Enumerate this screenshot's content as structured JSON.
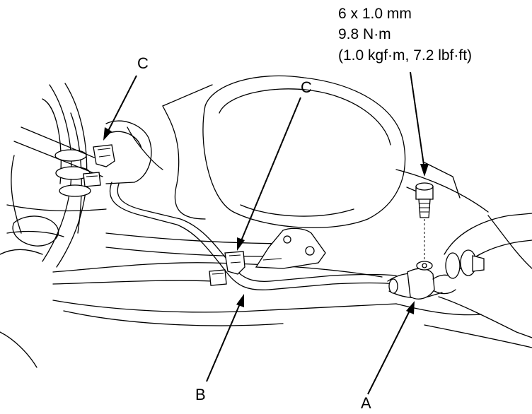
{
  "spec": {
    "line1": "6 x 1.0 mm",
    "line2": "9.8 N·m",
    "line3": "(1.0 kgf·m, 7.2 lbf·ft)"
  },
  "labels": {
    "a": "A",
    "b": "B",
    "c_left": "C",
    "c_right": "C"
  }
}
